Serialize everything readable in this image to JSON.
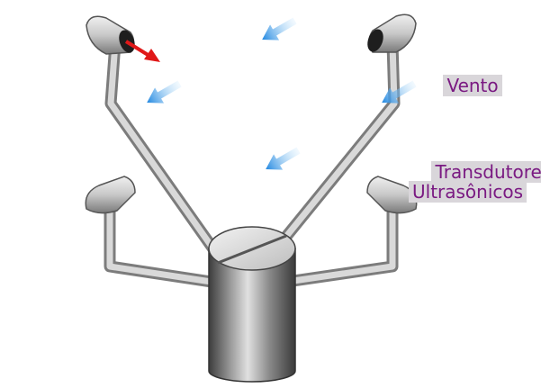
{
  "labels": {
    "wind": "Vento",
    "transducers_line1": "Transdutores",
    "transducers_line2": "Ultrasônicos"
  },
  "icons": {
    "wind_arrows": "wind-arrow-icon",
    "sound_pulse": "red-arrow-icon"
  },
  "colors": {
    "label_text": "#7a1a82",
    "label_background": "#d9d6da",
    "wind_arrow": "#3aa0e8",
    "pulse_arrow": "#e01818",
    "metal_light": "#e8e8e8",
    "metal_dark": "#6e6e6e"
  }
}
